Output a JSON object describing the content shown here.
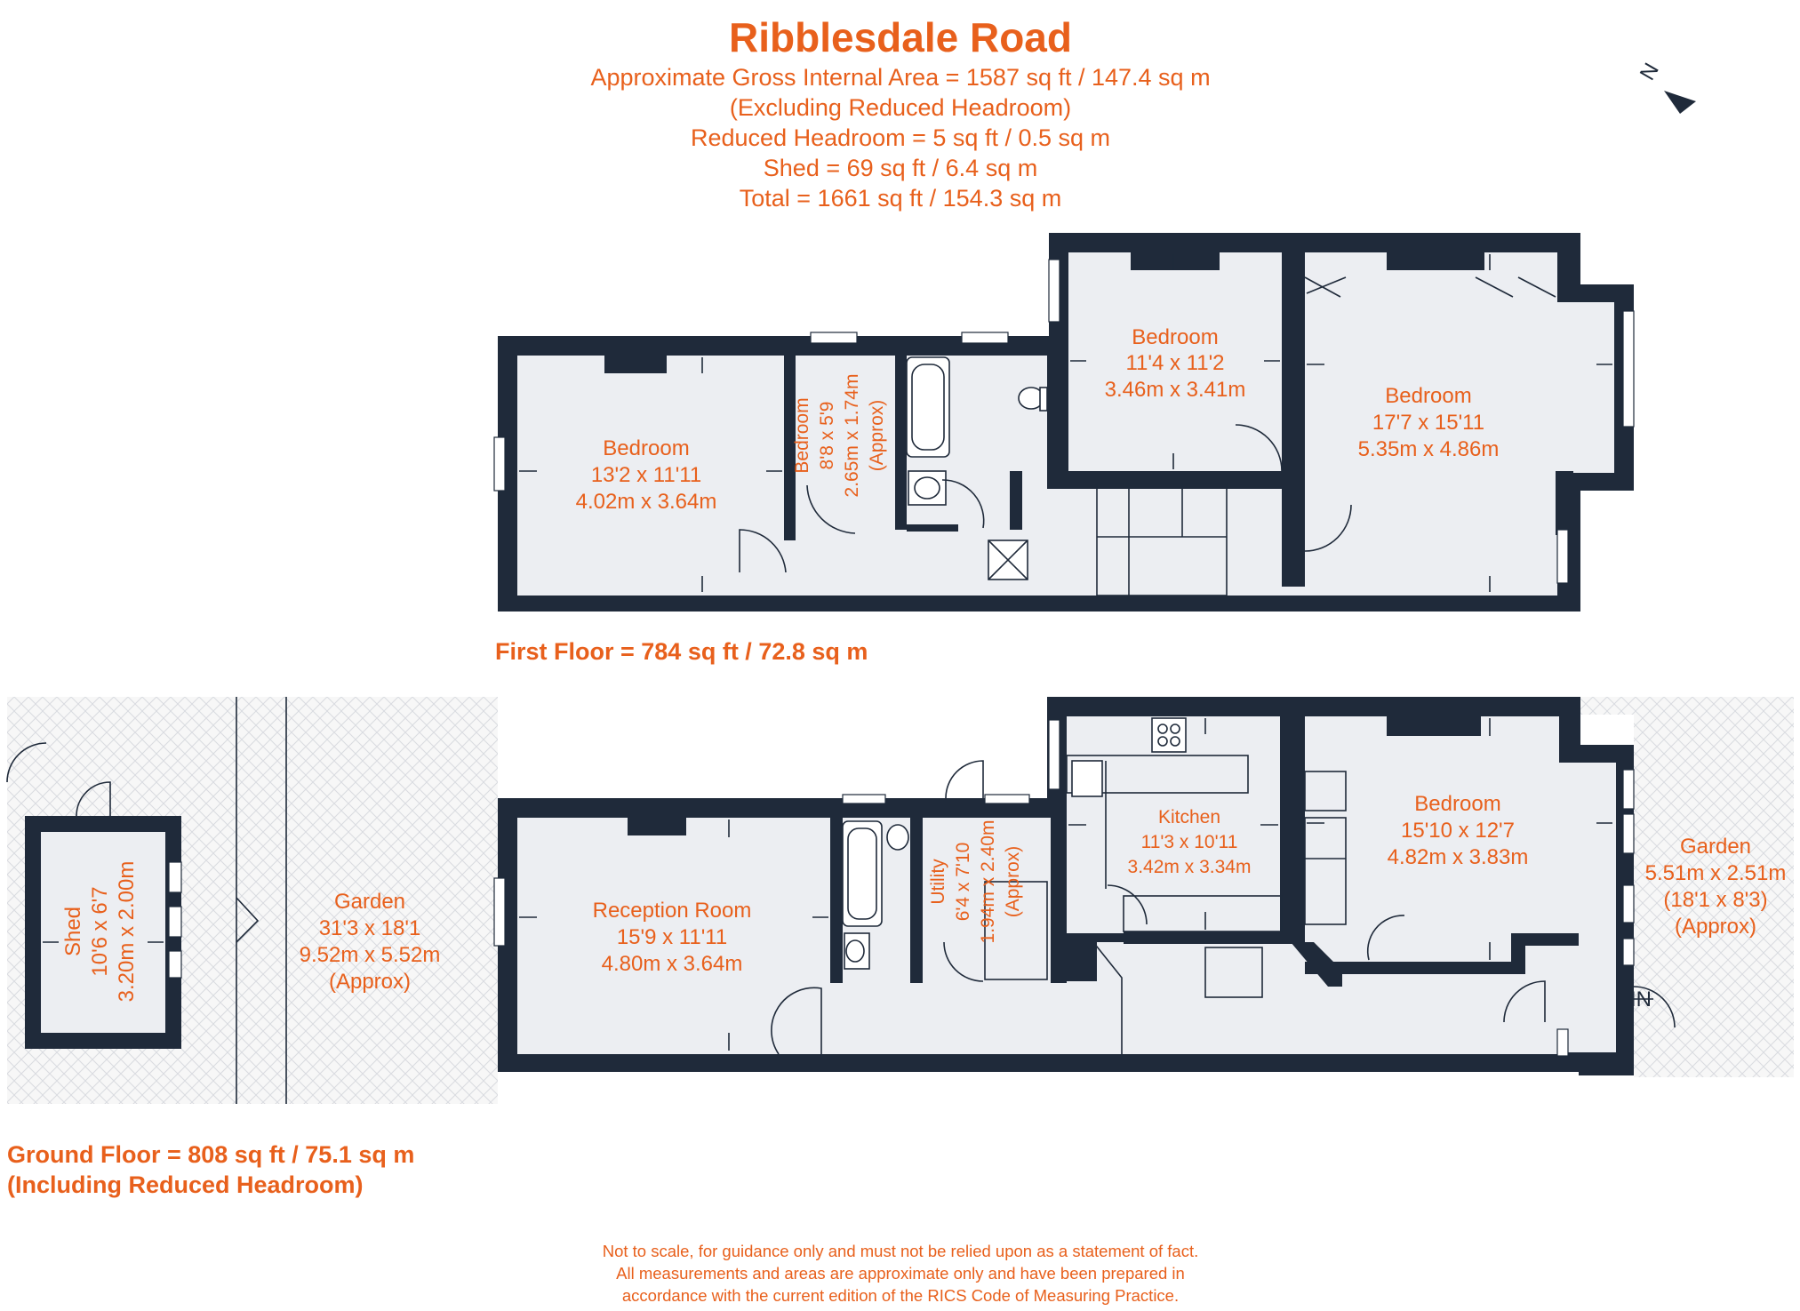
{
  "title": "Ribblesdale Road",
  "areas": {
    "gross": "Approximate Gross Internal Area = 1587 sq ft / 147.4 sq m",
    "excluding": "(Excluding Reduced Headroom)",
    "reduced": "Reduced Headroom = 5 sq ft / 0.5 sq m",
    "shed": "Shed = 69 sq ft / 6.4 sq m",
    "total": "Total = 1661 sq ft / 154.3 sq m"
  },
  "compass": {
    "label": "N"
  },
  "first_floor": {
    "caption": "First Floor = 784 sq ft / 72.8 sq m",
    "rooms": [
      {
        "name": "Bedroom",
        "imperial": "13'2 x 11'11",
        "metric": "4.02m x 3.64m"
      },
      {
        "name": "Bedroom",
        "imperial": "8'8 x 5'9",
        "metric": "2.65m x 1.74m",
        "note": "(Approx)"
      },
      {
        "name": "Bedroom",
        "imperial": "11'4 x 11'2",
        "metric": "3.46m x 3.41m"
      },
      {
        "name": "Bedroom",
        "imperial": "17'7 x 15'11",
        "metric": "5.35m x 4.86m"
      }
    ]
  },
  "ground_floor": {
    "caption": "Ground Floor = 808 sq ft / 75.1 sq m",
    "caption_note": "(Including Reduced Headroom)",
    "entrance": "IN",
    "rooms": [
      {
        "name": "Shed",
        "imperial": "10'6 x 6'7",
        "metric": "3.20m x 2.00m"
      },
      {
        "name": "Garden",
        "imperial": "31'3 x 18'1",
        "metric": "9.52m x 5.52m",
        "note": "(Approx)"
      },
      {
        "name": "Reception Room",
        "imperial": "15'9 x 11'11",
        "metric": "4.80m x 3.64m"
      },
      {
        "name": "Utility",
        "imperial": "6'4 x 7'10",
        "metric": "1.94m x 2.40m",
        "note": "(Approx)"
      },
      {
        "name": "Kitchen",
        "imperial": "11'3 x 10'11",
        "metric": "3.42m x 3.34m"
      },
      {
        "name": "Bedroom",
        "imperial": "15'10 x 12'7",
        "metric": "4.82m x 3.83m"
      },
      {
        "name": "Garden",
        "metric": "5.51m x 2.51m",
        "imperial": "(18'1 x 8'3)",
        "note": "(Approx)"
      }
    ]
  },
  "disclaimer": [
    "Not to scale, for guidance only and must not be relied upon as a statement of fact.",
    "All measurements and areas are approximate only and have been prepared in",
    "accordance with the current edition of the RICS Code of Measuring Practice."
  ]
}
